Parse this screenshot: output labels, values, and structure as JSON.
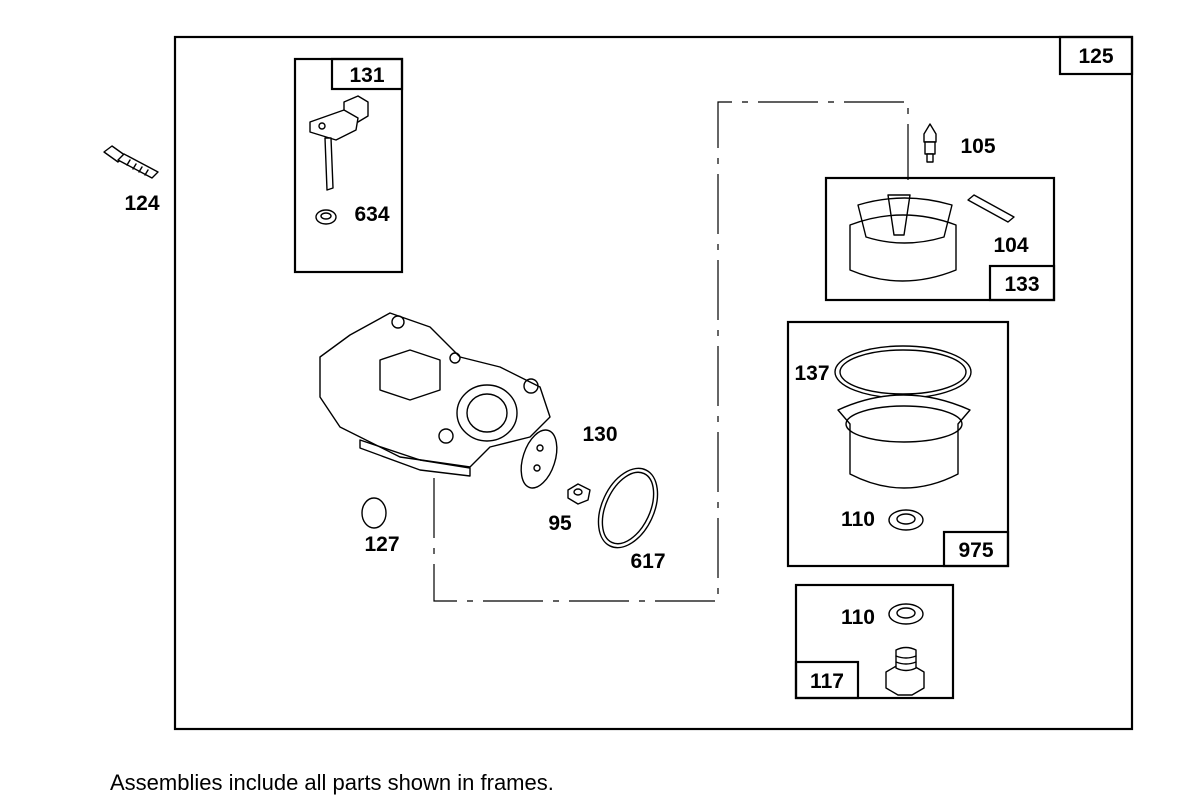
{
  "diagram": {
    "assembly_label": "125",
    "note": "Assemblies include all parts shown in frames.",
    "frames": [
      {
        "id": "131",
        "label": "131",
        "parts": [
          "634"
        ]
      },
      {
        "id": "133",
        "label": "133",
        "parts": [
          "104"
        ]
      },
      {
        "id": "975",
        "label": "975",
        "parts": [
          "137",
          "110"
        ]
      },
      {
        "id": "117",
        "label": "117",
        "parts": [
          "110"
        ]
      }
    ],
    "part_labels": {
      "p124": "124",
      "p634": "634",
      "p105": "105",
      "p104": "104",
      "p137": "137",
      "p110a": "110",
      "p110b": "110",
      "p130": "130",
      "p95": "95",
      "p127": "127",
      "p617": "617"
    }
  }
}
